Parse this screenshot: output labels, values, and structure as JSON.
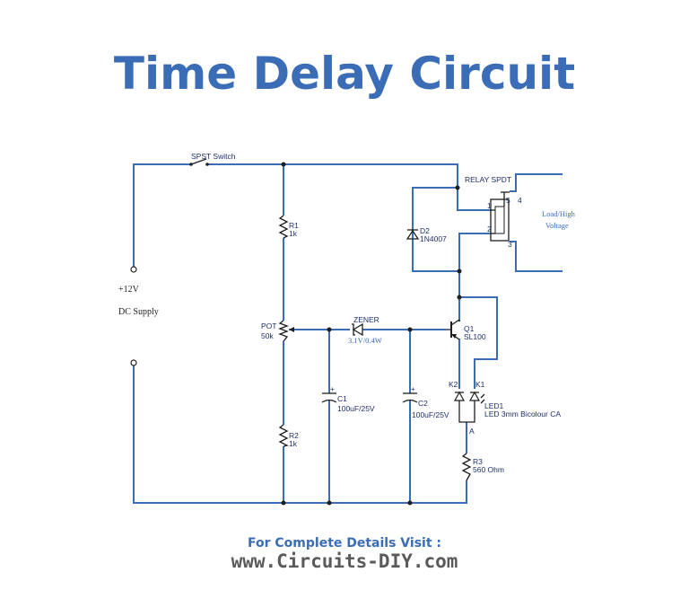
{
  "title": "Time Delay Circuit",
  "footer": {
    "label": "For Complete Details Visit :",
    "url": "www.Circuits-DIY.com"
  },
  "components": {
    "switch": "SPST Switch",
    "relay": "RELAY SPDT",
    "load": [
      "Load/High",
      "Voltage"
    ],
    "supply_voltage": "+12V",
    "supply_label": "DC Supply",
    "r1": [
      "R1",
      "1k"
    ],
    "r2": [
      "R2",
      "1k"
    ],
    "r3": [
      "R3",
      "560 Ohm"
    ],
    "pot": [
      "POT",
      "50k"
    ],
    "zener": [
      "ZENER",
      "3.1V/0.4W"
    ],
    "d2": [
      "D2",
      "1N4007"
    ],
    "q1": [
      "Q1",
      "SL100"
    ],
    "c1": [
      "C1",
      "100uF/25V"
    ],
    "c2": [
      "C2",
      "100uF/25V"
    ],
    "led1": [
      "LED1",
      "LED 3mm Bicolour CA"
    ],
    "led_pins": [
      "K2",
      "K1",
      "A"
    ],
    "relay_pins": [
      "1",
      "2",
      "3",
      "4",
      "5"
    ]
  },
  "colors": {
    "wire": "#3a6db5",
    "title": "#3a6db5",
    "footer_url": "#5a5a5a",
    "component": "#1e1e1e"
  }
}
